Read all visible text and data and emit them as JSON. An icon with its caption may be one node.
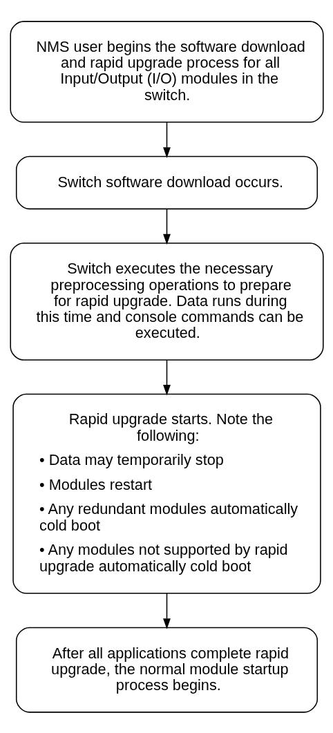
{
  "diagram": {
    "nodes": [
      {
        "text": [
          "NMS user begins the software download and rapid upgrade process for all Input/Output (I/O) modules in the switch."
        ]
      },
      {
        "text": [
          "Switch software download occurs."
        ]
      },
      {
        "text": [
          "Switch executes the necessary preprocessing operations to prepare for rapid upgrade. Data runs during this time and console commands can be executed."
        ]
      },
      {
        "text": [
          "Rapid upgrade starts. Note the following:",
          "• Data may temporarily stop",
          "• Modules restart",
          "• Any redundant modules automatically cold boot",
          "• Any modules not supported by rapid upgrade automatically cold boot"
        ]
      },
      {
        "text": [
          "After all applications complete rapid upgrade, the normal module startup process begins."
        ]
      }
    ],
    "edges": [
      {
        "from": 0,
        "to": 1,
        "arrow": "to"
      },
      {
        "from": 1,
        "to": 2,
        "arrow": "to"
      },
      {
        "from": 2,
        "to": 3,
        "arrow": "to"
      },
      {
        "from": 3,
        "to": 4,
        "arrow": "to"
      }
    ]
  }
}
